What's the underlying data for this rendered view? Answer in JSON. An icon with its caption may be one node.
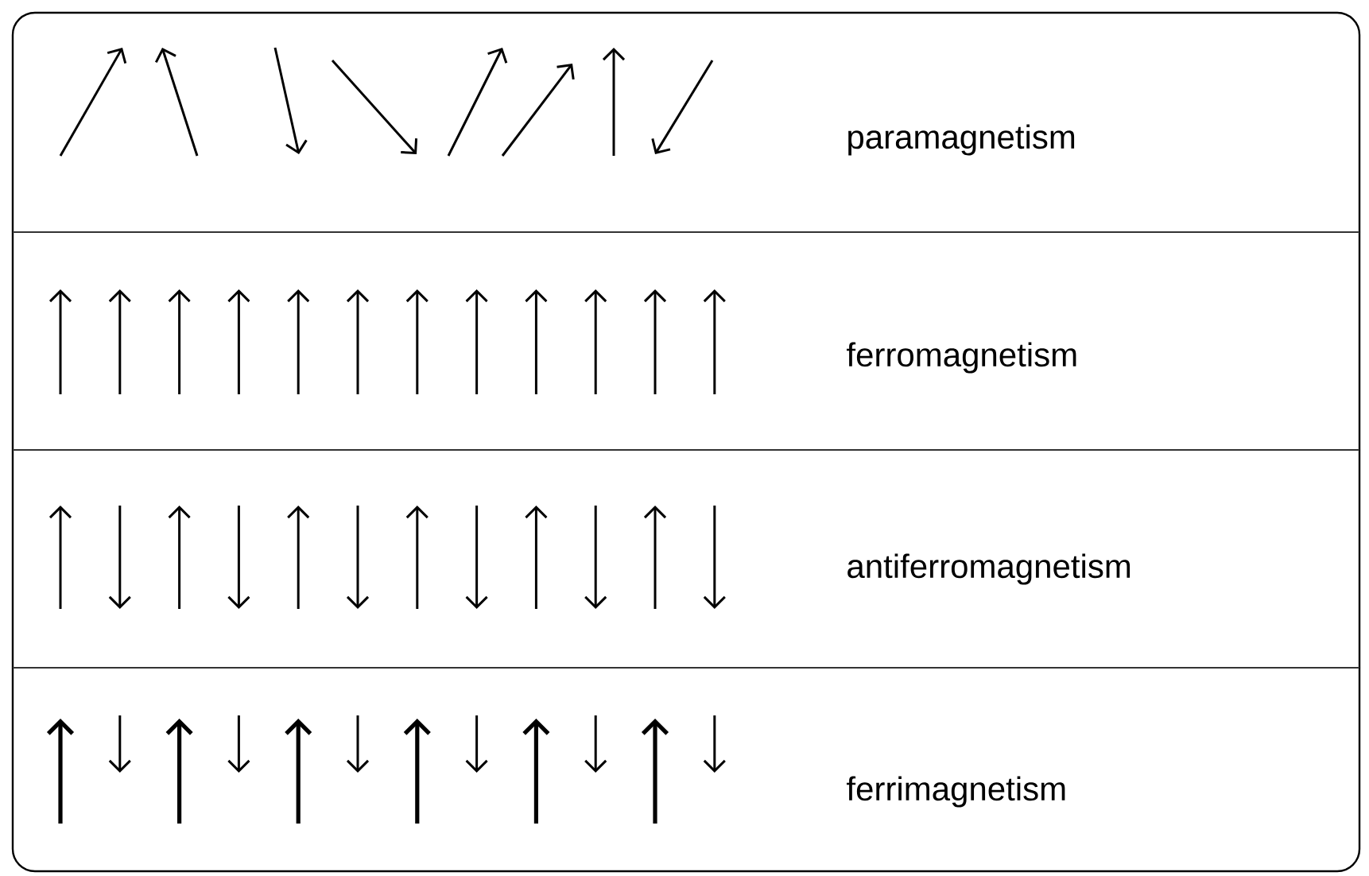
{
  "diagram": {
    "labels": [
      "paramagnetism",
      "ferromagnetism",
      "antiferromagnetism",
      "ferrimagnetism"
    ]
  }
}
